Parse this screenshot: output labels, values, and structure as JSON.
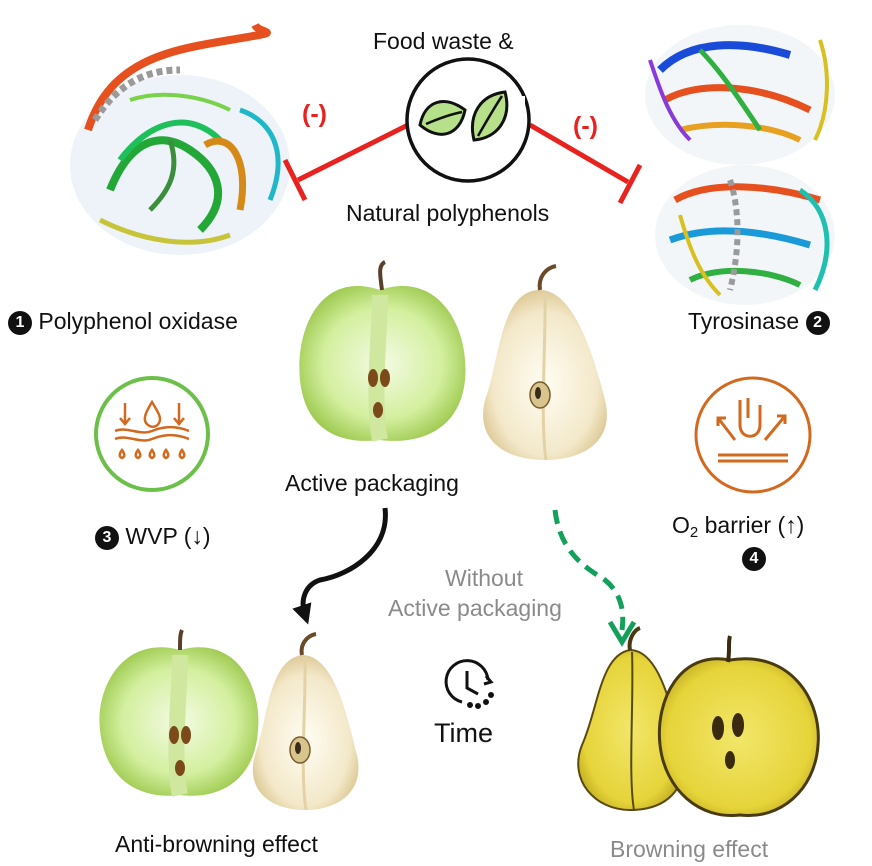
{
  "center": {
    "top_label": "Food waste &",
    "bottom_label": "Natural polyphenols",
    "inhibit_left": "(-)",
    "inhibit_right": "(-)"
  },
  "enzymes": {
    "left": {
      "number": "1",
      "label": "Polyphenol oxidase"
    },
    "right": {
      "number": "2",
      "label": "Tyrosinase"
    }
  },
  "properties": {
    "wvp": {
      "number": "3",
      "label": "WVP (↓)"
    },
    "o2": {
      "number": "4",
      "label_main": "O",
      "label_sub": "2",
      "label_rest": " barrier (↑)"
    }
  },
  "packaging": {
    "active": "Active packaging",
    "without_line1": "Without",
    "without_line2": "Active packaging",
    "time": "Time"
  },
  "effects": {
    "anti": "Anti-browning  effect",
    "browning": "Browning effect"
  },
  "colors": {
    "inhibit_red": "#e8231f",
    "wvp_green": "#6cc04a",
    "o2_orange": "#d2691e",
    "dashed_green": "#13a05a"
  }
}
